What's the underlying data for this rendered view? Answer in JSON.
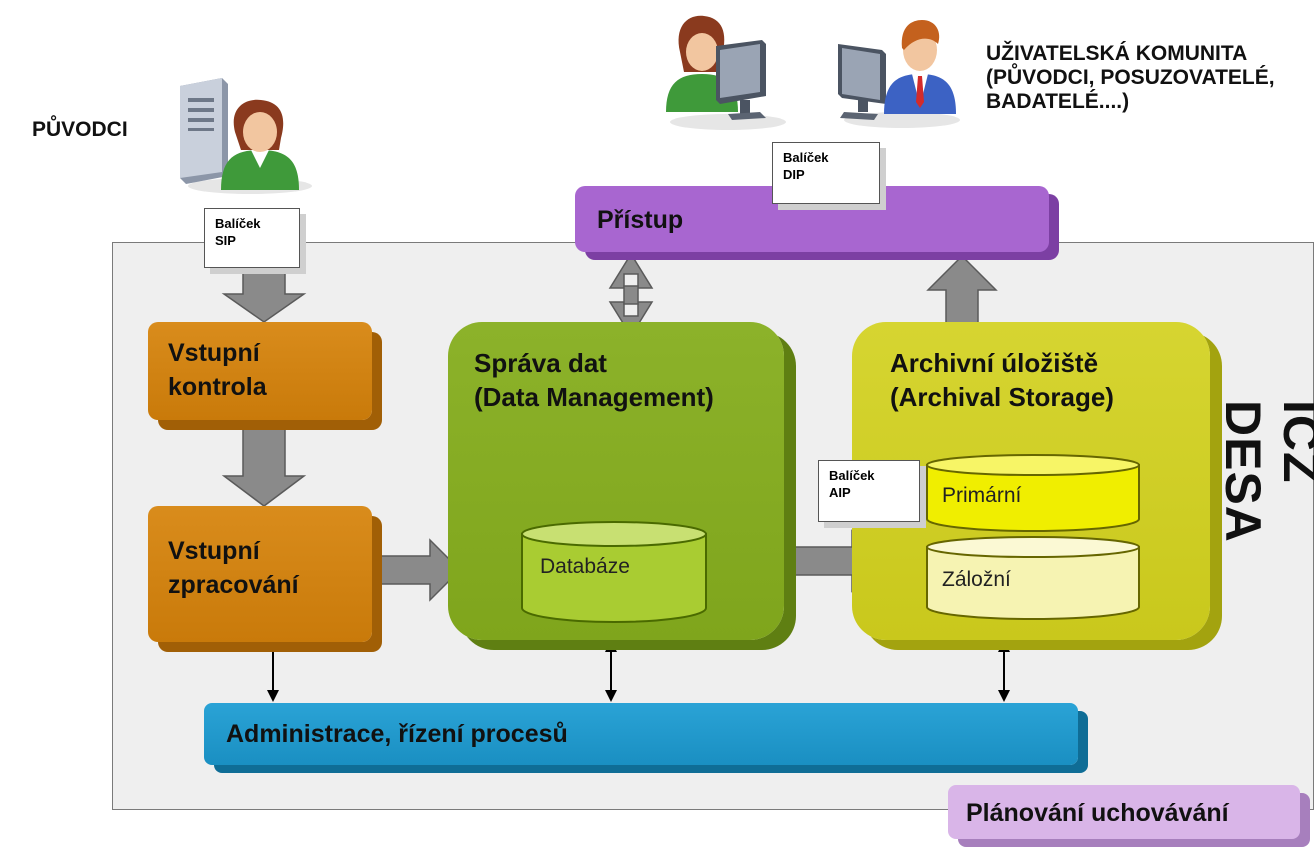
{
  "labels": {
    "producers": "PŮVODCI",
    "community_line1": "UŽIVATELSKÁ KOMUNITA",
    "community_line2": "(PŮVODCI, POSUZOVATELÉ,",
    "community_line3": "BADATELÉ....)",
    "system_name": "ICZ DESA"
  },
  "packages": {
    "sip": {
      "line1": "Balíček",
      "line2": "SIP"
    },
    "dip": {
      "line1": "Balíček",
      "line2": "DIP"
    },
    "aip": {
      "line1": "Balíček",
      "line2": "AIP"
    }
  },
  "blocks": {
    "ingest_check": {
      "line1": "Vstupní",
      "line2": "kontrola"
    },
    "ingest_processing": {
      "line1": "Vstupní",
      "line2": "zpracování"
    },
    "data_management": {
      "line1": "Správa dat",
      "line2": "(Data Management)"
    },
    "archival_storage": {
      "line1": "Archivní úložiště",
      "line2": "(Archival Storage)"
    },
    "access": "Přístup",
    "administration": "Administrace, řízení procesů",
    "preservation_planning": "Plánování uchovávání"
  },
  "storage": {
    "database": "Databáze",
    "primary": "Primární",
    "backup": "Záložní"
  },
  "colors": {
    "ingest": "#c97a0a",
    "data_management": "#7fa51c",
    "archival_storage": "#c9c81c",
    "access": "#a866d0",
    "administration": "#1a8fc2",
    "preservation_planning": "#d9b5e8",
    "frame": "#efefef"
  }
}
